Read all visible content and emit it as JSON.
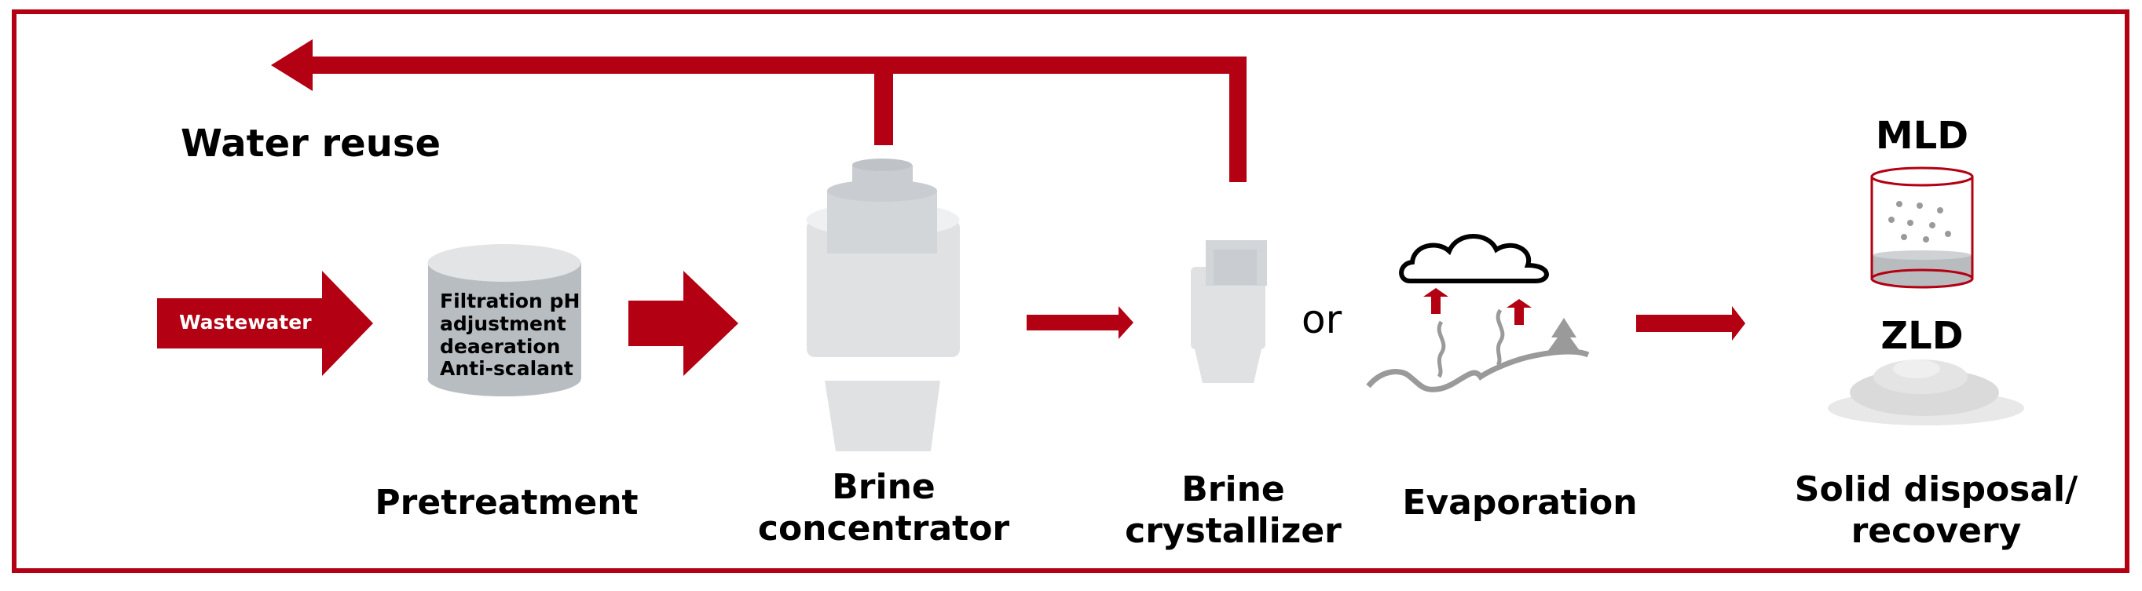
{
  "title": "Water reuse",
  "input_arrow": {
    "label": "Wastewater"
  },
  "pretreatment": {
    "tank_lines": [
      "Filtration pH",
      "adjustment",
      "deaeration",
      "Anti-scalant"
    ],
    "label": "Pretreatment"
  },
  "concentrator": {
    "label_line1": "Brine",
    "label_line2": "concentrator"
  },
  "crystallizer": {
    "label_line1": "Brine",
    "label_line2": "crystallizer"
  },
  "or_text": "or",
  "evaporation": {
    "label": "Evaporation"
  },
  "outputs": {
    "mld": "MLD",
    "zld": "ZLD",
    "label_line1": "Solid disposal/",
    "label_line2": "recovery"
  },
  "colors": {
    "accent_red": "#b30012",
    "equipment_grey": "#dfe1e3",
    "tank_grey": "#b8bdc2",
    "evap_grey": "#9a9a9a"
  }
}
